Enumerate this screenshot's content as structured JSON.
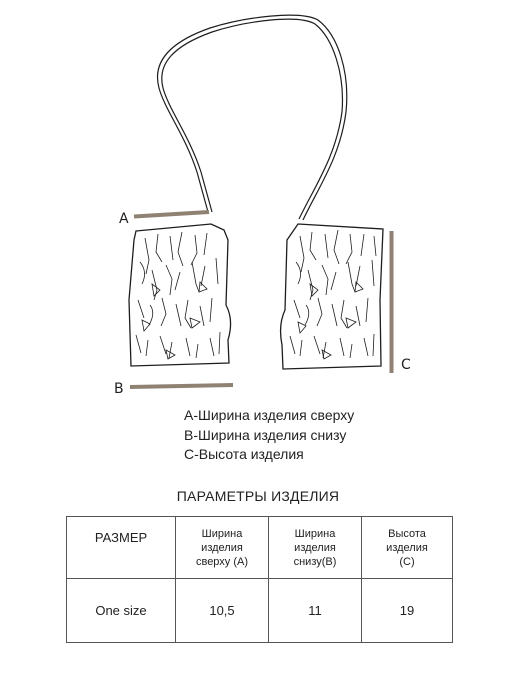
{
  "colors": {
    "measure": "#8f8273",
    "line": "#1e1e1e",
    "border": "#555555"
  },
  "markers": {
    "a": "A",
    "b": "B",
    "c": "C"
  },
  "legend": [
    "A-Ширина изделия сверху",
    "B-Ширина изделия снизу",
    "C-Высота изделия"
  ],
  "table": {
    "title": "ПАРАМЕТРЫ ИЗДЕЛИЯ",
    "headers": {
      "size": "РАЗМЕР",
      "top_width": [
        "Ширина",
        "изделия",
        "сверху (A)"
      ],
      "bottom_width": [
        "Ширина",
        "изделия",
        "снизу(B)"
      ],
      "height": [
        "Высота",
        "изделия",
        "(C)"
      ]
    },
    "row": {
      "size": "One size",
      "top_width": "10,5",
      "bottom_width": "11",
      "height": "19"
    }
  }
}
